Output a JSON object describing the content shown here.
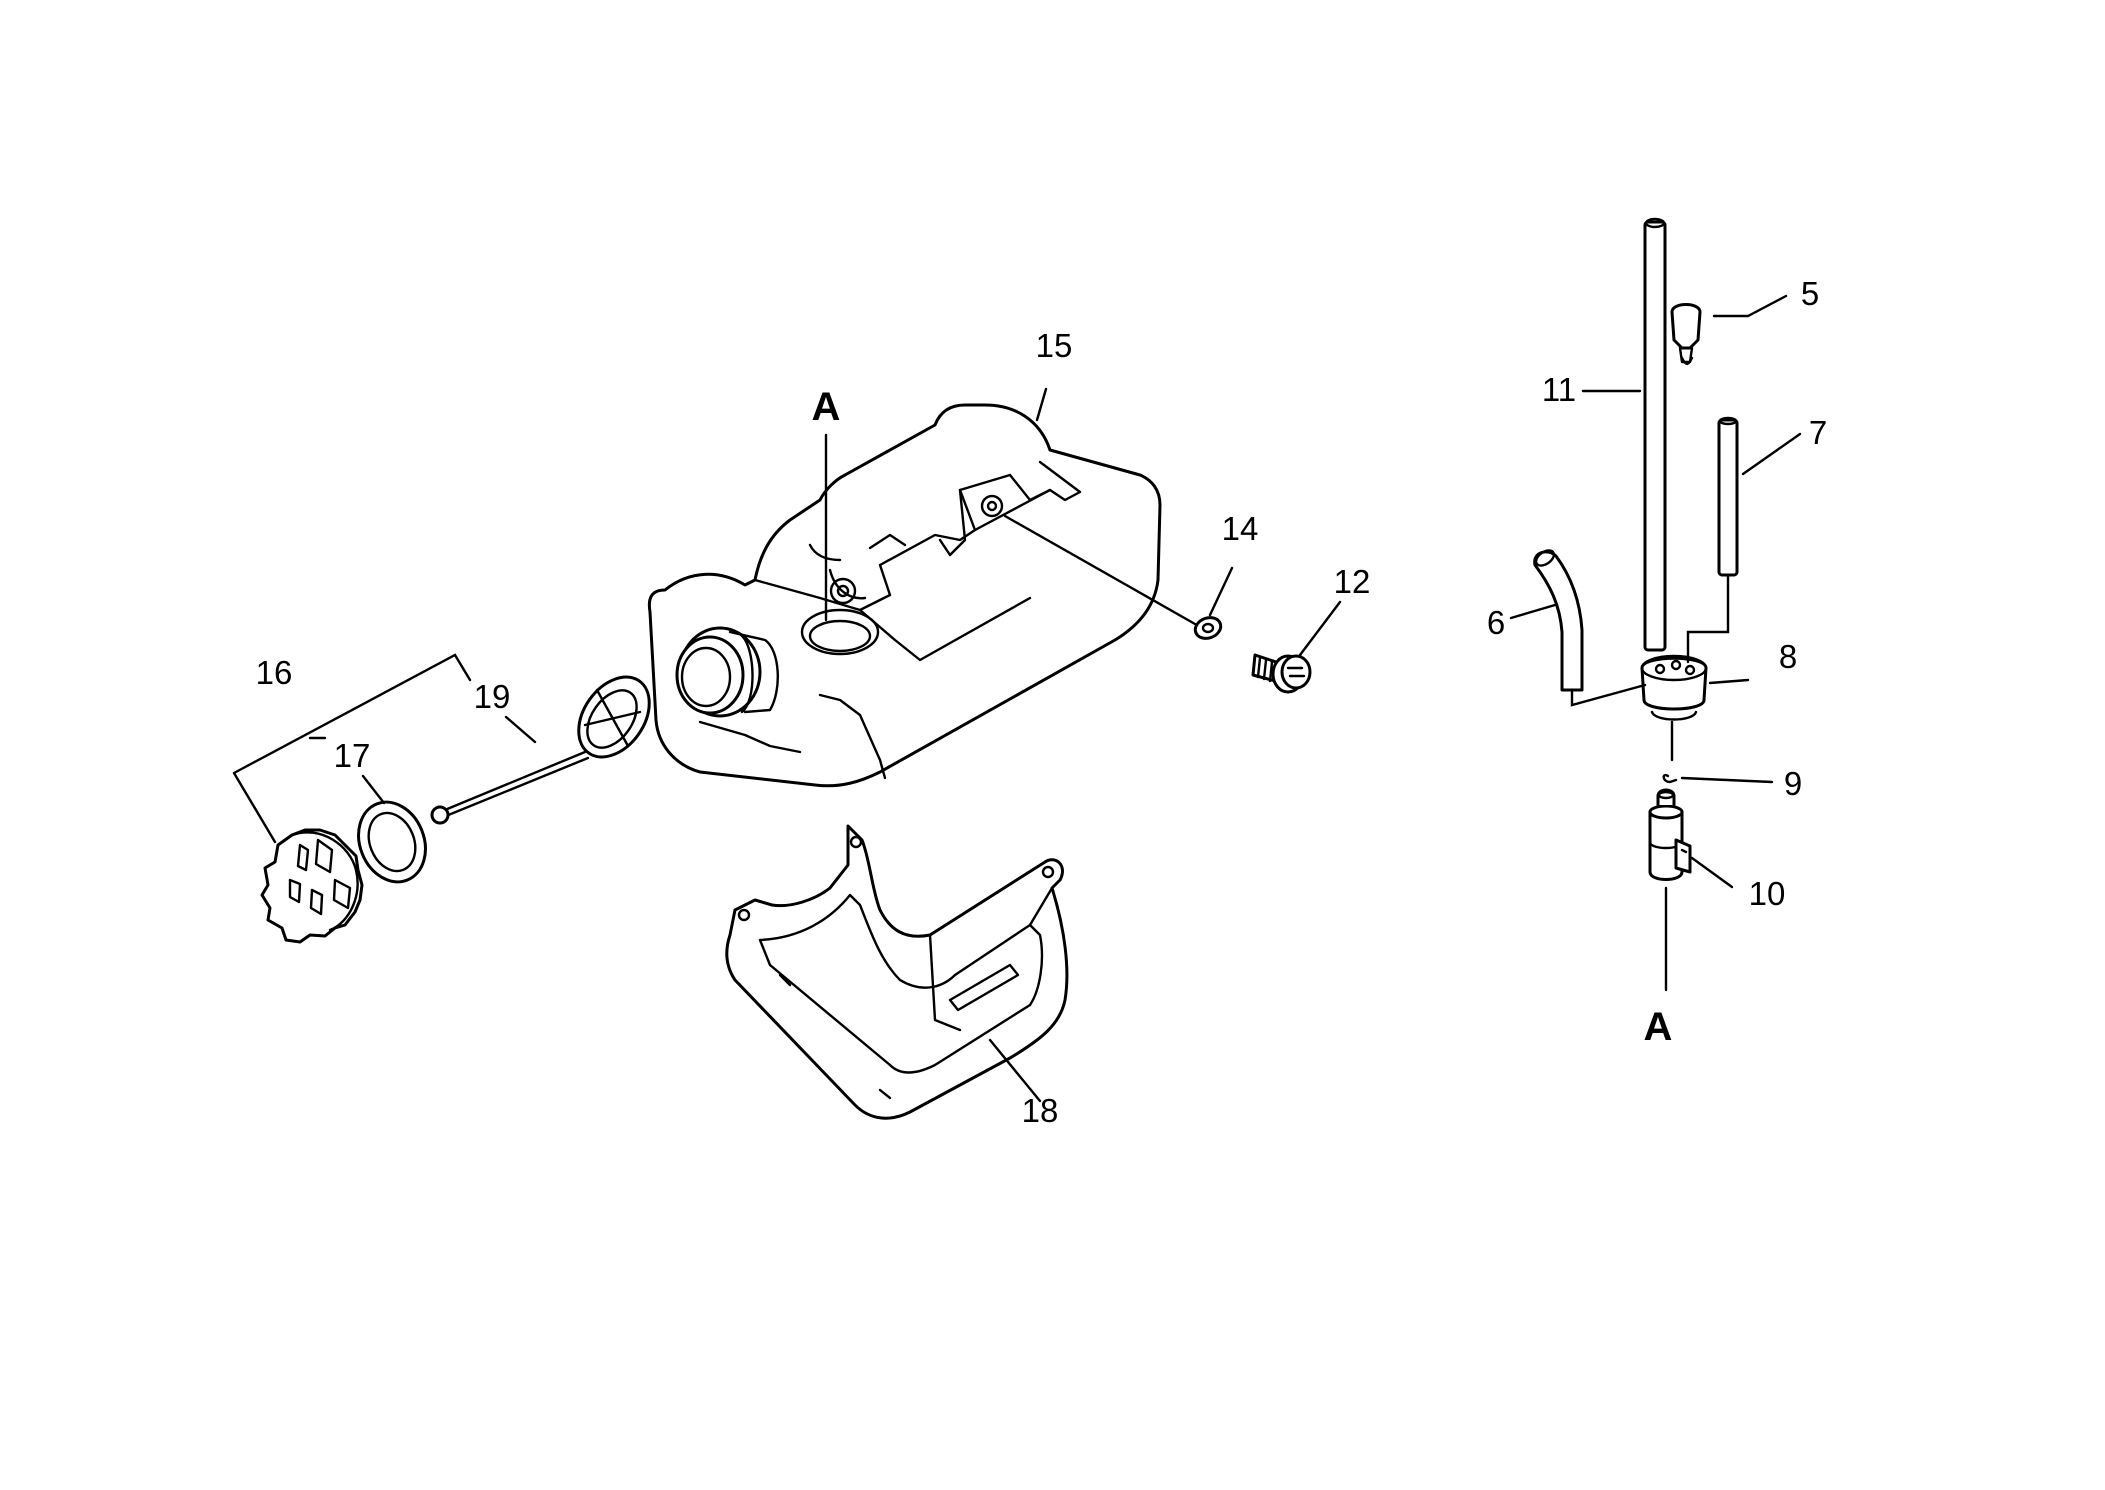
{
  "diagram": {
    "ref_top": "A",
    "ref_bottom": "A",
    "callouts": {
      "p5": "5",
      "p6": "6",
      "p7": "7",
      "p8": "8",
      "p9": "9",
      "p10": "10",
      "p11": "11",
      "p12": "12",
      "p14": "14",
      "p15": "15",
      "p16": "16",
      "p17": "17",
      "p18": "18",
      "p19": "19"
    }
  }
}
